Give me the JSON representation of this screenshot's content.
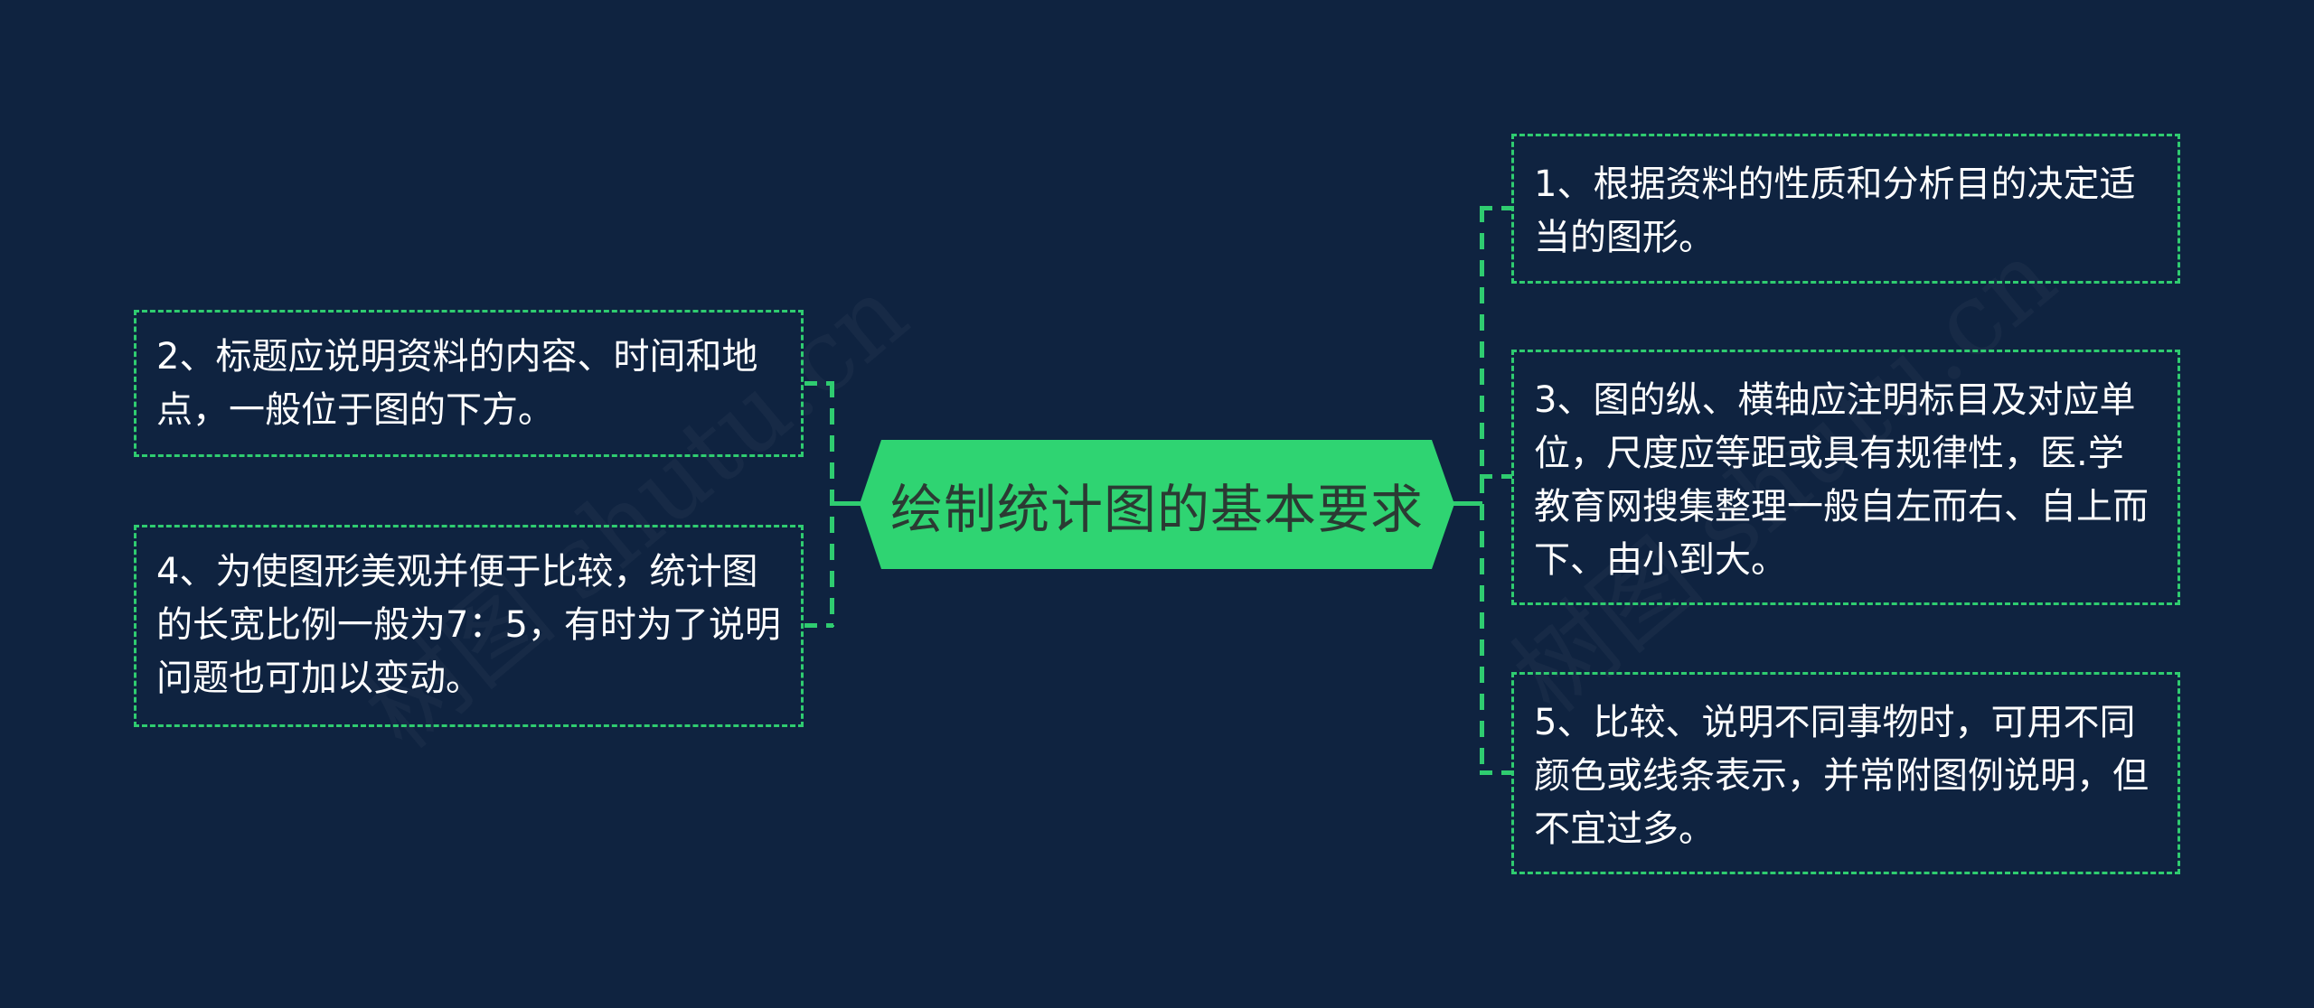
{
  "watermark": {
    "text": "树图 shutu.cn"
  },
  "center": {
    "title": "绘制统计图的基本要求"
  },
  "nodes": {
    "n1": {
      "text": "1、根据资料的性质和分析目的决定适当的图形。"
    },
    "n2": {
      "text": "2、标题应说明资料的内容、时间和地点，一般位于图的下方。"
    },
    "n3": {
      "text": "3、图的纵、横轴应注明标目及对应单位，尺度应等距或具有规律性，医.学教育网搜集整理一般自左而右、自上而下、由小到大。"
    },
    "n4": {
      "text": "4、为使图形美观并便于比较，统计图的长宽比例一般为7：5，有时为了说明问题也可加以变动。"
    },
    "n5": {
      "text": "5、比较、说明不同事物时，可用不同颜色或线条表示，并常附图例说明，但不宜过多。"
    }
  },
  "colors": {
    "background": "#0f2340",
    "accent": "#2fd472",
    "text": "#ffffff",
    "center_text": "#2b3a33"
  }
}
